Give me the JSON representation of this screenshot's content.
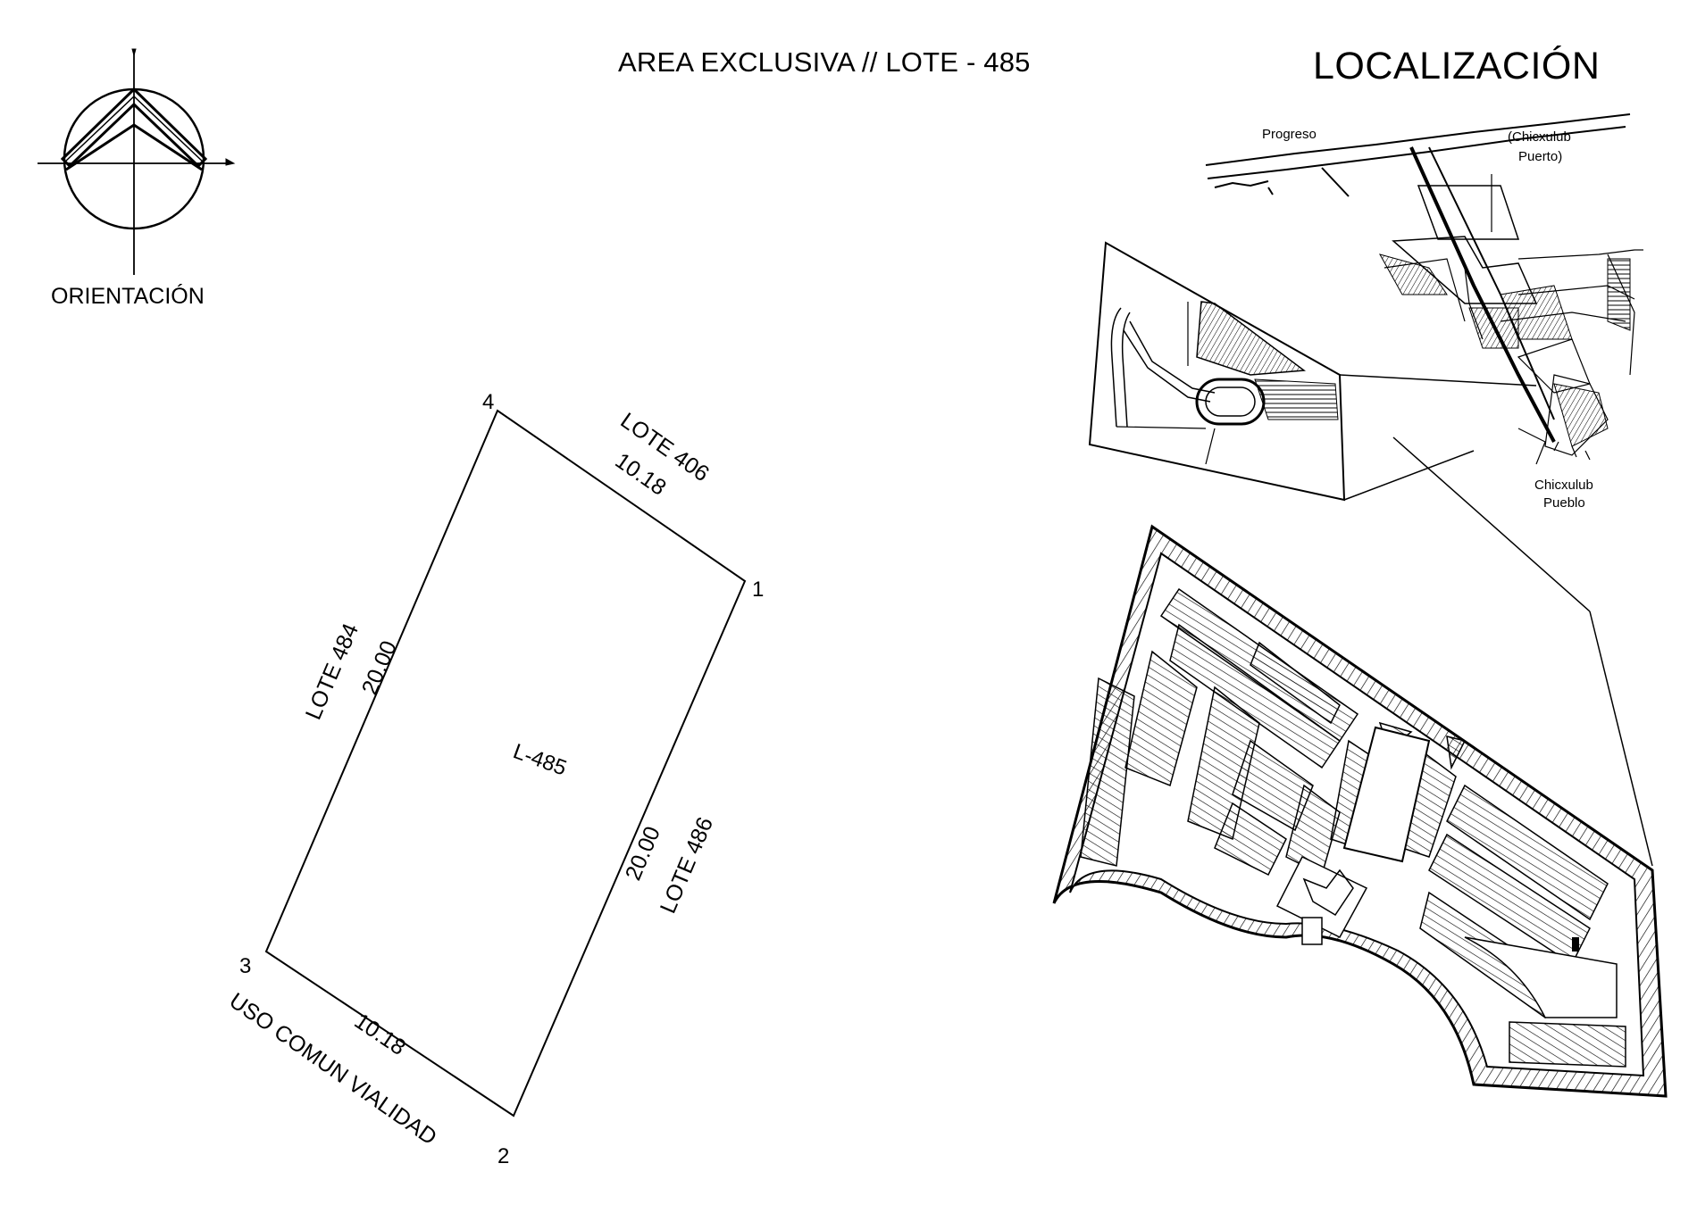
{
  "header": {
    "title": "AREA EXCLUSIVA // LOTE - 485",
    "location_title": "LOCALIZACIÓN"
  },
  "orientation": {
    "label": "ORIENTACIÓN",
    "icon": "north-arrow-icon"
  },
  "lot": {
    "id_label": "L-485",
    "vertices": [
      "1",
      "2",
      "3",
      "4"
    ],
    "sides": {
      "north_neighbor": "LOTE 406",
      "north_length": "10.18",
      "west_neighbor": "LOTE 484",
      "west_length": "20.00",
      "east_neighbor": "LOTE 486",
      "east_length": "20.00",
      "south_neighbor": "USO COMUN VIALIDAD",
      "south_length": "10.18"
    }
  },
  "location_map": {
    "places": {
      "progreso": "Progreso",
      "chicxulub_puerto_line1": "(Chicxulub",
      "chicxulub_puerto_line2": "Puerto)",
      "chicxulub_pueblo_line1": "Chicxulub",
      "chicxulub_pueblo_line2": "Pueblo"
    }
  },
  "colors": {
    "ink": "#000000",
    "paper": "#ffffff"
  }
}
